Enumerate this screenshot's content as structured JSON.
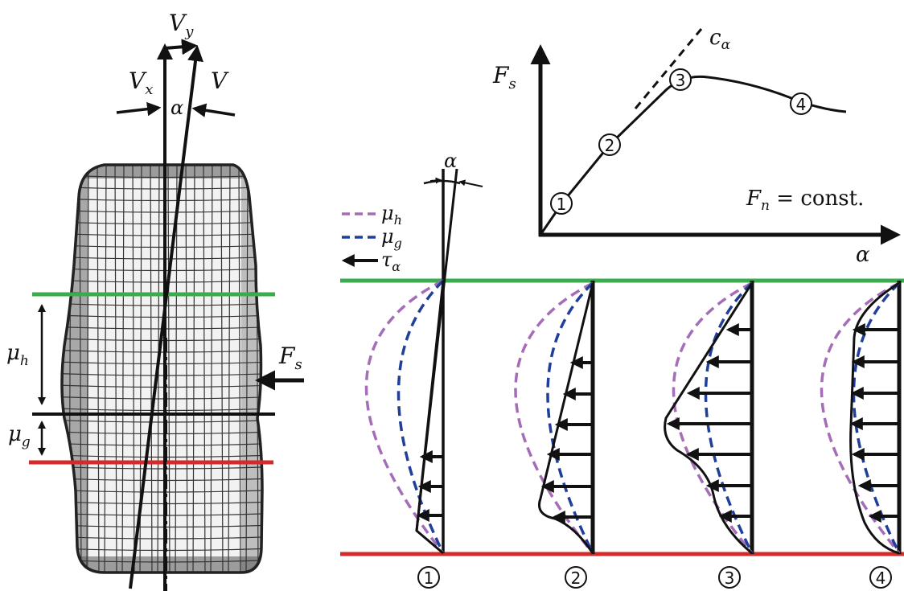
{
  "left_figure": {
    "velocity": {
      "vy": "V",
      "vy_sub": "y",
      "vx": "V",
      "vx_sub": "x",
      "v": "V"
    },
    "slip_angle": "α",
    "contact_labels": {
      "mu_h": "μ",
      "mu_h_sub": "h",
      "mu_g": "μ",
      "mu_g_sub": "g"
    },
    "force": {
      "label": "F",
      "sub": "s"
    }
  },
  "curve_chart": {
    "y_label": "F",
    "y_label_sub": "s",
    "x_label": "α",
    "tangent_label": "c",
    "tangent_sub": "α",
    "condition": {
      "lhs": "F",
      "lhs_sub": "n",
      "rhs": " = const."
    },
    "markers": [
      "1",
      "2",
      "3",
      "4"
    ]
  },
  "legend": {
    "mu_h": {
      "sym": "μ",
      "sub": "h",
      "color": "#a56db8"
    },
    "mu_g": {
      "sym": "μ",
      "sub": "g",
      "color": "#1f3f9a"
    },
    "tau": {
      "sym": "τ",
      "sub": "α"
    }
  },
  "inset_angle": "α",
  "panels": [
    "1",
    "2",
    "3",
    "4"
  ],
  "colors": {
    "green": "#3aac4f",
    "red": "#d42a2a",
    "black": "#111111"
  }
}
